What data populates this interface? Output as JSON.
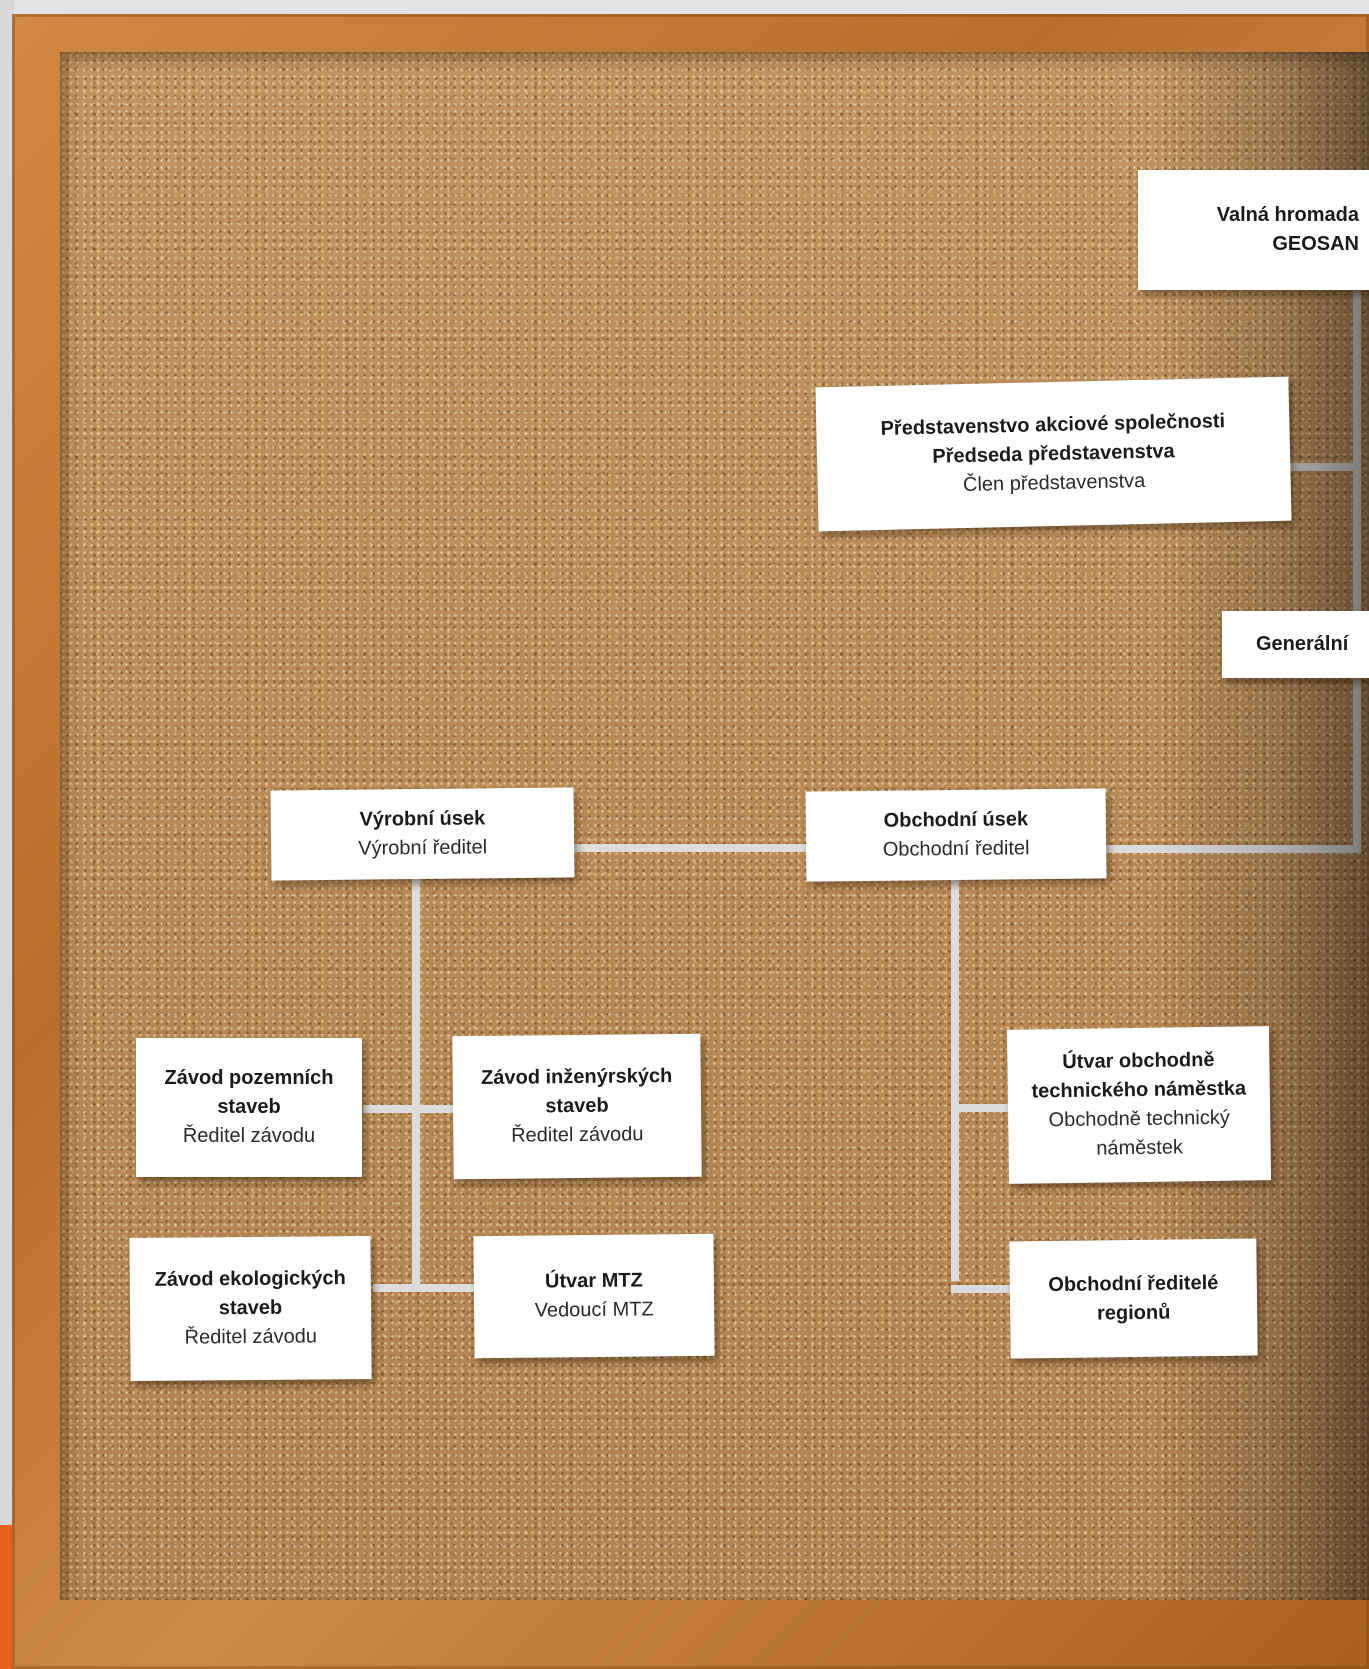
{
  "diagram": {
    "nodes": [
      {
        "id": "valna-hromada",
        "lines": [
          {
            "text": "Valná hromada",
            "bold": true
          },
          {
            "text": "GEOSAN",
            "bold": true
          }
        ]
      },
      {
        "id": "predstavenstvo",
        "lines": [
          {
            "text": "Představenstvo akciové společnosti",
            "bold": true
          },
          {
            "text": "Předseda představenstva",
            "bold": true
          },
          {
            "text": "Člen představenstva",
            "bold": false
          }
        ]
      },
      {
        "id": "generalni",
        "lines": [
          {
            "text": "Generální",
            "bold": true
          }
        ]
      },
      {
        "id": "vyrobni-usek",
        "lines": [
          {
            "text": "Výrobní úsek",
            "bold": true
          },
          {
            "text": "Výrobní ředitel",
            "bold": false
          }
        ]
      },
      {
        "id": "obchodni-usek",
        "lines": [
          {
            "text": "Obchodní úsek",
            "bold": true
          },
          {
            "text": "Obchodní ředitel",
            "bold": false
          }
        ]
      },
      {
        "id": "zavod-pozemnich",
        "lines": [
          {
            "text": "Závod pozemních",
            "bold": true
          },
          {
            "text": "staveb",
            "bold": true
          },
          {
            "text": "Ředitel závodu",
            "bold": false
          }
        ]
      },
      {
        "id": "zavod-inzenyrskych",
        "lines": [
          {
            "text": "Závod inženýrských",
            "bold": true
          },
          {
            "text": "staveb",
            "bold": true
          },
          {
            "text": "Ředitel závodu",
            "bold": false
          }
        ]
      },
      {
        "id": "zavod-ekologickych",
        "lines": [
          {
            "text": "Závod ekologických",
            "bold": true
          },
          {
            "text": "staveb",
            "bold": true
          },
          {
            "text": "Ředitel závodu",
            "bold": false
          }
        ]
      },
      {
        "id": "utvar-mtz",
        "lines": [
          {
            "text": "Útvar MTZ",
            "bold": true
          },
          {
            "text": "Vedoucí MTZ",
            "bold": false
          }
        ]
      },
      {
        "id": "utvar-obchodne-technickeho",
        "lines": [
          {
            "text": "Útvar obchodně",
            "bold": true
          },
          {
            "text": "technického náměstka",
            "bold": true
          },
          {
            "text": "Obchodně technický",
            "bold": false
          },
          {
            "text": "náměstek",
            "bold": false
          }
        ]
      },
      {
        "id": "obchodni-reditele-regionu",
        "lines": [
          {
            "text": "Obchodní ředitelé",
            "bold": true
          },
          {
            "text": "regionů",
            "bold": true
          }
        ]
      }
    ],
    "edges": [
      {
        "from": "valna-hromada",
        "to": "predstavenstvo"
      },
      {
        "from": "predstavenstvo",
        "to": "generalni"
      },
      {
        "from": "generalni",
        "to": "obchodni-usek"
      },
      {
        "from": "obchodni-usek",
        "to": "vyrobni-usek"
      },
      {
        "from": "vyrobni-usek",
        "to": "zavod-pozemnich"
      },
      {
        "from": "vyrobni-usek",
        "to": "zavod-inzenyrskych"
      },
      {
        "from": "vyrobni-usek",
        "to": "zavod-ekologickych"
      },
      {
        "from": "vyrobni-usek",
        "to": "utvar-mtz"
      },
      {
        "from": "obchodni-usek",
        "to": "utvar-obchodne-technickeho"
      },
      {
        "from": "obchodni-usek",
        "to": "obchodni-reditele-regionu"
      }
    ]
  }
}
